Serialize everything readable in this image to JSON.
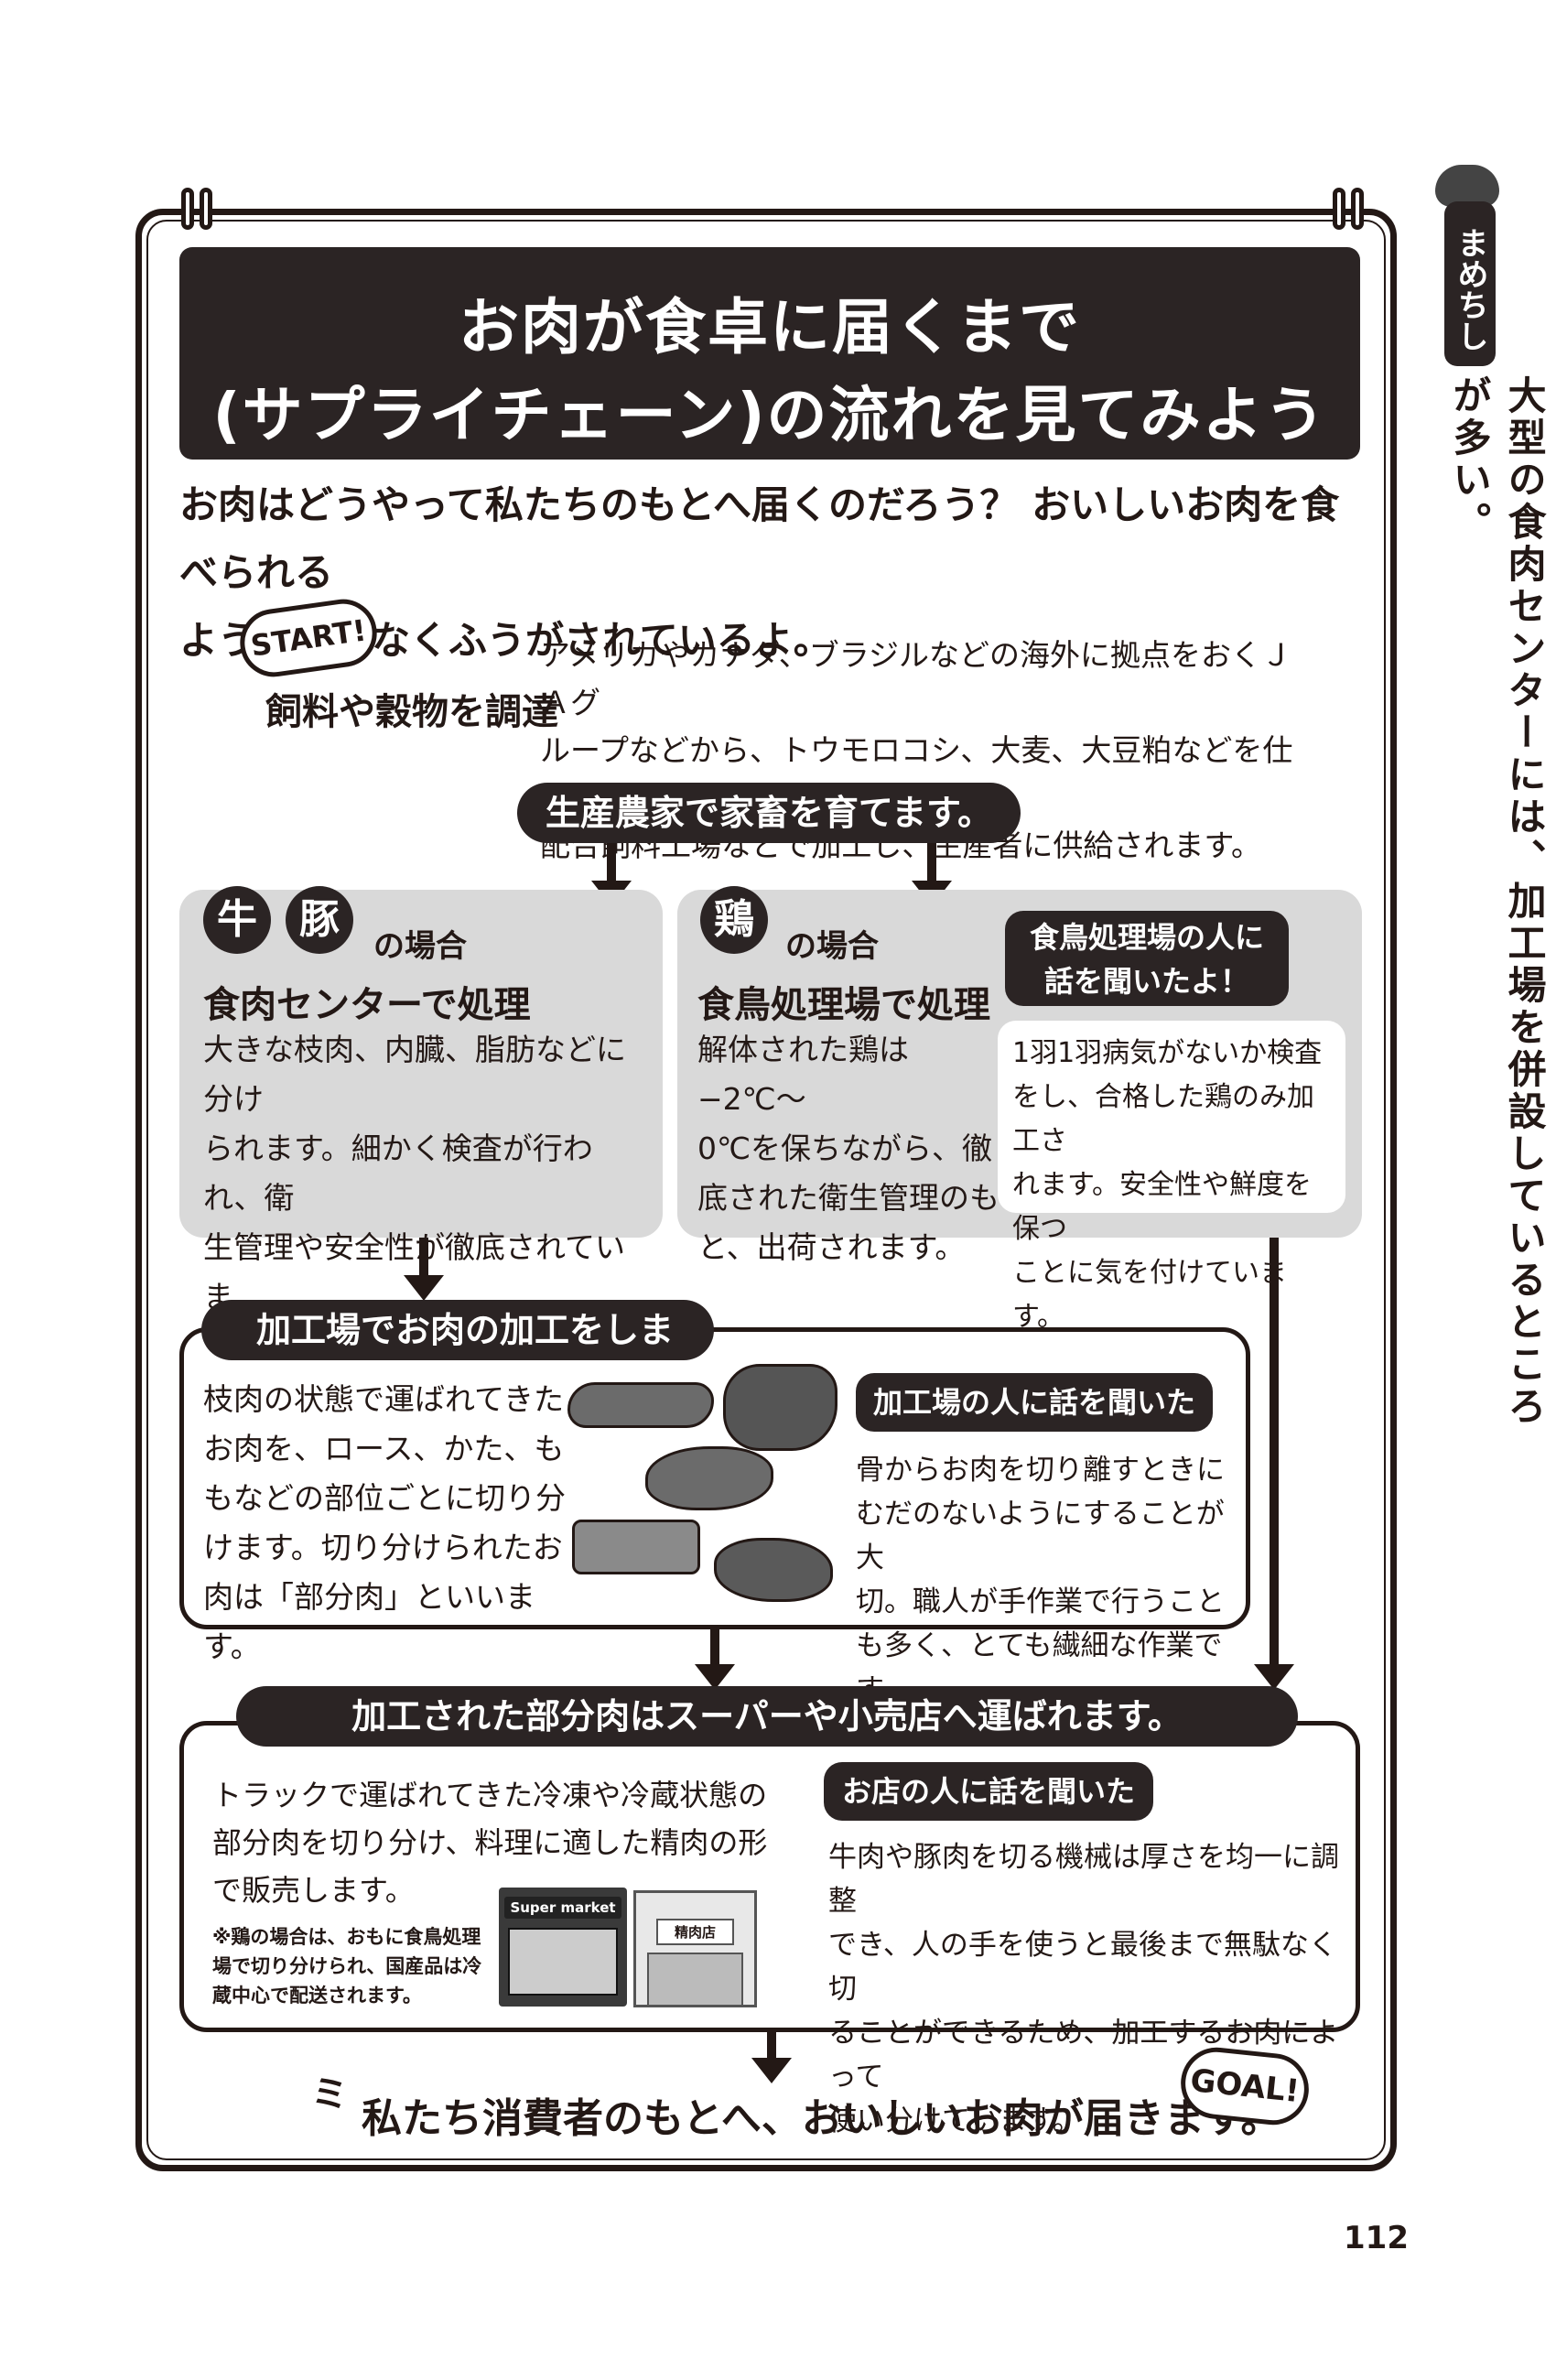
{
  "title": {
    "line1": "お肉が食卓に届くまで",
    "line2": "(サプライチェーン)の流れを見てみよう"
  },
  "intro": {
    "line1": "お肉はどうやって私たちのもとへ届くのだろう？ おいしいお肉を食べられる",
    "line2": "よう、様々なくふうがされているよ。"
  },
  "start": {
    "badge": "START!",
    "label": "飼料や穀物を調達",
    "text_line1": "アメリカやカナダ、ブラジルなどの海外に拠点をおくＪＡグ",
    "text_line2": "ループなどから、トウモロコシ、大麦、大豆粕などを仕入れて、",
    "text_line3": "配合飼料工場などで加工し、生産者に供給されます。"
  },
  "step_raise": "生産農家で家畜を育てます。",
  "beef_pork": {
    "char1": "牛",
    "char2": "豚",
    "case": "の場合",
    "title": "食肉センターで処理",
    "lines": [
      "大きな枝肉、内臓、脂肪などに分け",
      "られます。細かく検査が行われ、衛",
      "生管理や安全性が徹底されていま",
      "す。"
    ]
  },
  "chicken": {
    "char": "鶏",
    "case": "の場合",
    "title": "食鳥処理場で処理",
    "lines": [
      "解体された鶏は−2℃〜",
      "0℃を保ちながら、徹",
      "底された衛生管理のも",
      "と、出荷されます。"
    ],
    "speech_line1": "食鳥処理場の人に",
    "speech_line2": "話を聞いたよ！",
    "quote": [
      "1羽1羽病気がないか検査",
      "をし、合格した鶏のみ加工さ",
      "れます。安全性や鮮度を保つ",
      "ことに気を付けています。"
    ]
  },
  "processing": {
    "header": "加工場でお肉の加工をします。",
    "lines": [
      "枝肉の状態で運ばれてきた",
      "お肉を、ロース、かた、も",
      "もなどの部位ごとに切り分",
      "けます。切り分けられたお",
      "肉は「部分肉」といいます。"
    ],
    "speech": "加工場の人に話を聞いたよ！",
    "quote": [
      "骨からお肉を切り離すときに",
      "むだのないようにすることが大",
      "切。職人が手作業で行うこと",
      "も多く、とても繊細な作業です。"
    ]
  },
  "retail": {
    "header": "加工された部分肉はスーパーや小売店へ運ばれます。",
    "lines": [
      "トラックで運ばれてきた冷凍や冷蔵状態の",
      "部分肉を切り分け、料理に適した精肉の形",
      "で販売します。"
    ],
    "note": [
      "※鶏の場合は、おもに食鳥処理",
      "場で切り分けられ、国産品は冷",
      "蔵中心で配送されます。"
    ],
    "store1_sign": "Super market",
    "store2_sign": "精肉店",
    "speech": "お店の人に話を聞いたよ！",
    "quote": [
      "牛肉や豚肉を切る機械は厚さを均一に調整",
      "でき、人の手を使うと最後まで無駄なく切",
      "ることができるため、加工するお肉によって",
      "使い分けています。"
    ]
  },
  "final": {
    "text": "私たち消費者のもとへ、おいしいお肉が届きます。",
    "badge": "GOAL!"
  },
  "sidebar": {
    "tab": "まめちしき",
    "text": "大型の食肉センターには、加工場を併設しているところが多い。"
  },
  "page_number": "112"
}
